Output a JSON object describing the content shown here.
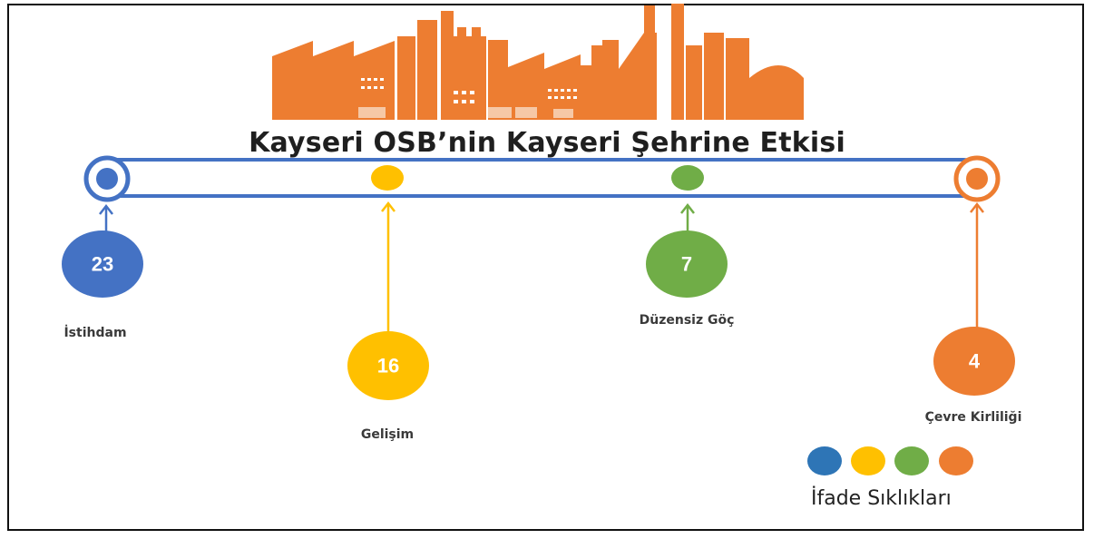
{
  "title": "Kayseri OSB’nin Kayseri Şehrine Etkisi",
  "items": [
    {
      "label": "İstihdam",
      "count": "23",
      "color": "#4472c4"
    },
    {
      "label": "Gelişim",
      "count": "16",
      "color": "#ffc000"
    },
    {
      "label": "Düzensiz Göç",
      "count": "7",
      "color": "#70ad47"
    },
    {
      "label": "Çevre Kirliliği",
      "count": "4",
      "color": "#ed7d31"
    }
  ],
  "legend": {
    "title": "İfade Sıklıkları",
    "colors": [
      "#2e75b6",
      "#ffc000",
      "#70ad47",
      "#ed7d31"
    ]
  },
  "factory_icon": "factory-skyline-icon",
  "colors": {
    "track": "#4472c4",
    "factory": "#ed7d31"
  }
}
